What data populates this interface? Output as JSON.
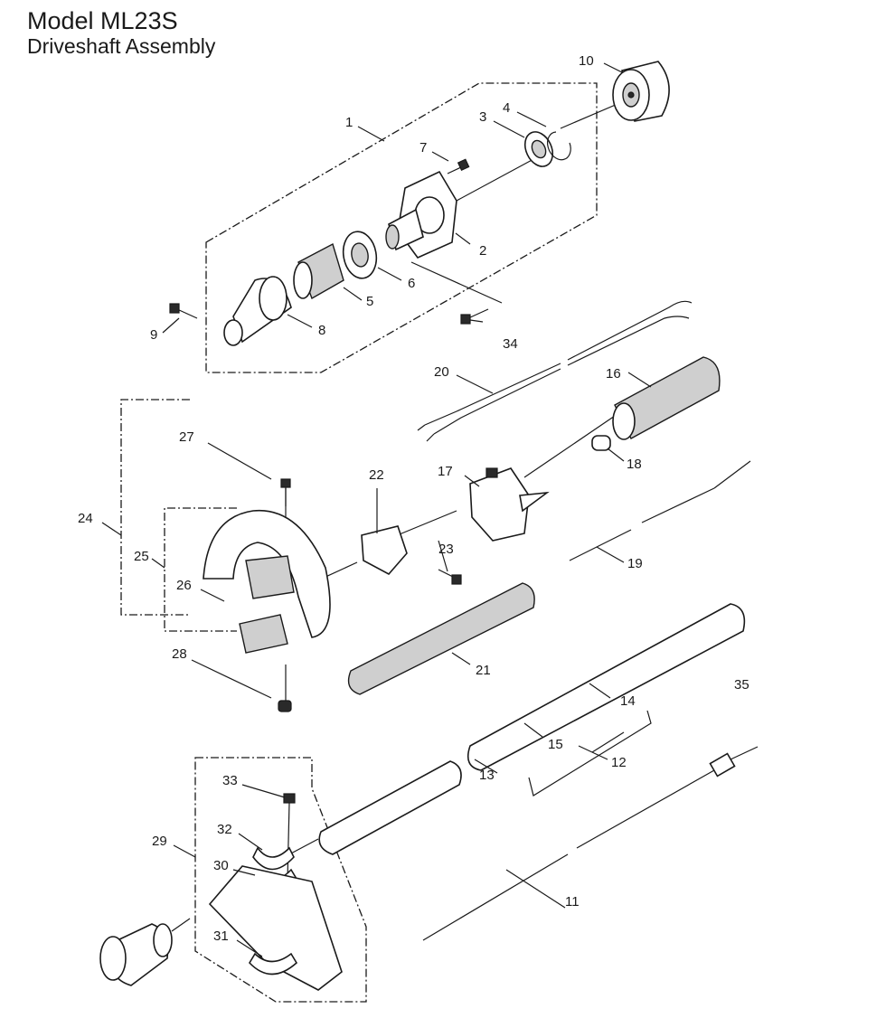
{
  "header": {
    "title": "Model ML23S",
    "subtitle": "Driveshaft Assembly"
  },
  "callouts": {
    "c1": "1",
    "c2": "2",
    "c3": "3",
    "c4": "4",
    "c5": "5",
    "c6": "6",
    "c7": "7",
    "c8": "8",
    "c9": "9",
    "c10": "10",
    "c11": "11",
    "c12": "12",
    "c13": "13",
    "c14": "14",
    "c15": "15",
    "c16": "16",
    "c17": "17",
    "c18": "18",
    "c19": "19",
    "c20": "20",
    "c21": "21",
    "c22": "22",
    "c23": "23",
    "c24": "24",
    "c25": "25",
    "c26": "26",
    "c27": "27",
    "c28": "28",
    "c29": "29",
    "c30": "30",
    "c31": "31",
    "c32": "32",
    "c33": "33",
    "c34": "34",
    "c35": "35"
  }
}
